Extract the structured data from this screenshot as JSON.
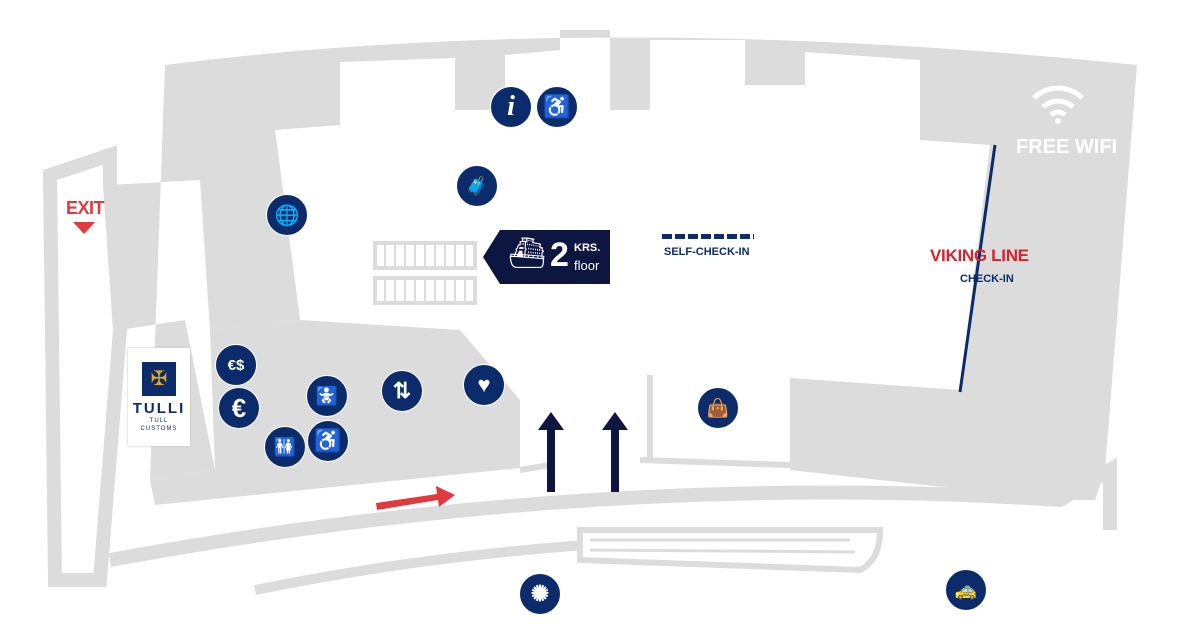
{
  "labels": {
    "exit": "EXIT",
    "free_wifi": "FREE WIFI",
    "viking_line": "VIKING LINE",
    "viking_checkin": "CHECK-IN",
    "self_checkin": "SELF-CHECK-IN",
    "floor_number": "2",
    "floor_krs": "KRS.",
    "floor_word": "floor"
  },
  "customs": {
    "title": "TULLI",
    "line2": "TULL",
    "line3": "CUSTOMS"
  },
  "icons": [
    {
      "name": "information-icon",
      "glyph": "i"
    },
    {
      "name": "wheelchair-assistance-icon",
      "glyph": "♿"
    },
    {
      "name": "luggage-storage-icon",
      "glyph": "🧳"
    },
    {
      "name": "globe-icon",
      "glyph": "🌐"
    },
    {
      "name": "currency-exchange-icon",
      "glyph": "€$"
    },
    {
      "name": "atm-euro-icon",
      "glyph": "€"
    },
    {
      "name": "baby-changing-icon",
      "glyph": "🚼"
    },
    {
      "name": "toilets-icon",
      "glyph": "🚻"
    },
    {
      "name": "accessible-toilet-icon",
      "glyph": "♿"
    },
    {
      "name": "elevator-icon",
      "glyph": "⇅"
    },
    {
      "name": "defibrillator-icon",
      "glyph": "♥"
    },
    {
      "name": "shop-icon",
      "glyph": "👜"
    },
    {
      "name": "tram-network-icon",
      "glyph": "✺"
    },
    {
      "name": "taxi-icon",
      "glyph": "🚕"
    }
  ],
  "colors": {
    "navy": "#0b2b6b",
    "gray": "#dcdcdc",
    "red": "#e03a3e",
    "arrow": "#0d1640"
  }
}
